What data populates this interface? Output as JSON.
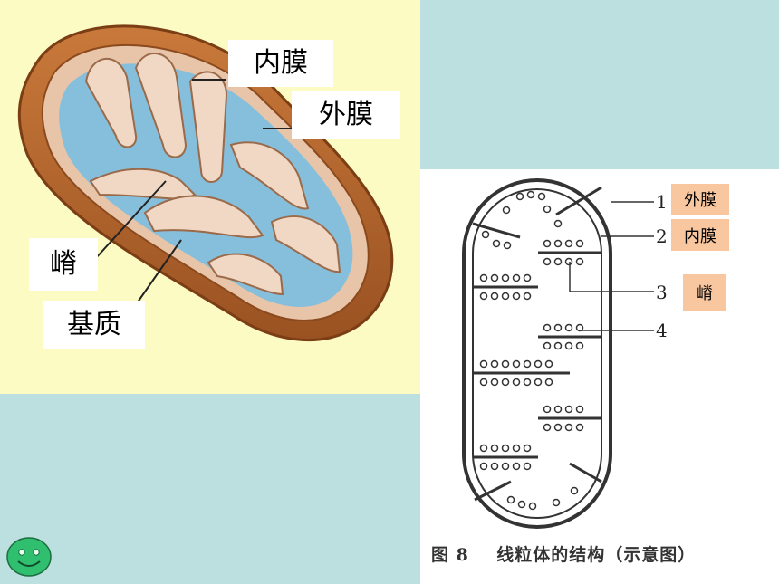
{
  "left_labels": {
    "inner_membrane": "内膜",
    "outer_membrane": "外膜",
    "crista": "嵴",
    "matrix": "基质"
  },
  "right_tags": {
    "outer_membrane": "外膜",
    "inner_membrane": "内膜",
    "crista": "嵴"
  },
  "diagram_numbers": [
    "1",
    "2",
    "3",
    "4"
  ],
  "caption": "图 8    线粒体的结构（示意图）",
  "colors": {
    "slide_bg": "#bcdfe0",
    "left_panel_bg": "#fdfbc4",
    "tag_bg": "#f9c79f",
    "outer_membrane": "#b8682c",
    "matrix": "#86bfdc",
    "smiley": "#2fbf6f"
  },
  "icons": [
    "smiley-face-icon"
  ]
}
